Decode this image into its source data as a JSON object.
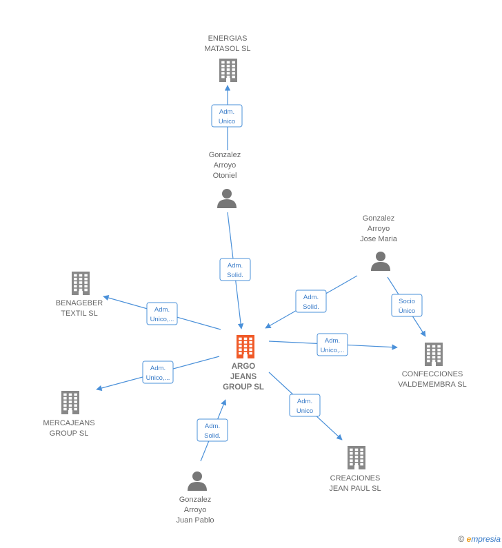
{
  "colors": {
    "edge": "#4a90d9",
    "node_company": "#888888",
    "node_main": "#f05a28",
    "node_person": "#777777"
  },
  "nodes": [
    {
      "id": "argo",
      "type": "company",
      "main": true,
      "lines": [
        "ARGO",
        "JEANS",
        "GROUP  SL"
      ]
    },
    {
      "id": "energias",
      "type": "company",
      "lines": [
        "ENERGIAS",
        "MATASOL SL"
      ]
    },
    {
      "id": "otoniel",
      "type": "person",
      "lines": [
        "Gonzalez",
        "Arroyo",
        "Otoniel"
      ]
    },
    {
      "id": "josemaria",
      "type": "person",
      "lines": [
        "Gonzalez",
        "Arroyo",
        "Jose Maria"
      ]
    },
    {
      "id": "benageber",
      "type": "company",
      "lines": [
        "BENAGEBER",
        "TEXTIL SL"
      ]
    },
    {
      "id": "confecciones",
      "type": "company",
      "lines": [
        "CONFECCIONES",
        "VALDEMEMBRA SL"
      ]
    },
    {
      "id": "mercajeans",
      "type": "company",
      "lines": [
        "MERCAJEANS",
        "GROUP  SL"
      ]
    },
    {
      "id": "creaciones",
      "type": "company",
      "lines": [
        "CREACIONES",
        "JEAN PAUL  SL"
      ]
    },
    {
      "id": "juanpablo",
      "type": "person",
      "lines": [
        "Gonzalez",
        "Arroyo",
        "Juan Pablo"
      ]
    }
  ],
  "edges": [
    {
      "from": "otoniel",
      "to": "energias",
      "lines": [
        "Adm.",
        "Unico"
      ]
    },
    {
      "from": "otoniel",
      "to": "argo",
      "lines": [
        "Adm.",
        "Solid."
      ]
    },
    {
      "from": "josemaria",
      "to": "argo",
      "lines": [
        "Adm.",
        "Solid."
      ]
    },
    {
      "from": "josemaria",
      "to": "confecciones",
      "lines": [
        "Socio",
        "Único"
      ]
    },
    {
      "from": "argo",
      "to": "benageber",
      "lines": [
        "Adm.",
        "Unico,..."
      ]
    },
    {
      "from": "argo",
      "to": "confecciones",
      "lines": [
        "Adm.",
        "Unico,..."
      ]
    },
    {
      "from": "argo",
      "to": "mercajeans",
      "lines": [
        "Adm.",
        "Unico,..."
      ]
    },
    {
      "from": "argo",
      "to": "creaciones",
      "lines": [
        "Adm.",
        "Unico"
      ]
    },
    {
      "from": "juanpablo",
      "to": "argo",
      "lines": [
        "Adm.",
        "Solid."
      ]
    }
  ],
  "footer": {
    "copyright": "©",
    "brand_initial": "e",
    "brand_rest": "mpresia"
  }
}
